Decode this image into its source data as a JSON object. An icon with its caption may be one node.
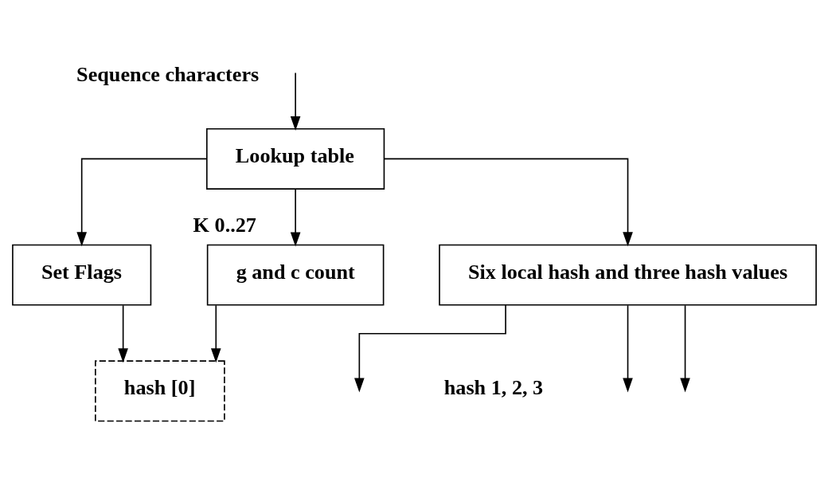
{
  "diagram": {
    "nodes": [
      {
        "text": [
          "Lookup table"
        ]
      },
      {
        "text": [
          "Set Flags"
        ]
      },
      {
        "text": [
          "g and c count"
        ]
      },
      {
        "text": [
          "Six local hash and three hash values"
        ]
      },
      {
        "text": [
          "hash [0]"
        ]
      }
    ],
    "edges": [
      {
        "from": null,
        "to": 0,
        "arrow": "to",
        "label": "Sequence characters"
      },
      {
        "from": 0,
        "to": 1,
        "arrow": "to"
      },
      {
        "from": 0,
        "to": 2,
        "arrow": "to",
        "label": "K 0..27"
      },
      {
        "from": 0,
        "to": 3,
        "arrow": "to"
      },
      {
        "from": 1,
        "to": 4,
        "arrow": "to"
      },
      {
        "from": 2,
        "to": 4,
        "arrow": "to"
      },
      {
        "from": 3,
        "to": null,
        "arrow": "to"
      },
      {
        "from": 3,
        "to": null,
        "arrow": "to"
      },
      {
        "from": 3,
        "to": null,
        "arrow": "to"
      }
    ],
    "labels": [
      "hash 1, 2, 3"
    ]
  }
}
